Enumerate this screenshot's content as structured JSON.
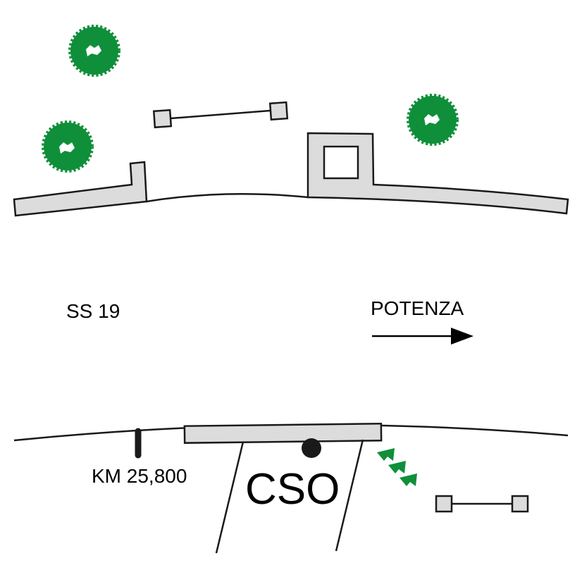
{
  "map": {
    "road_name": "SS 19",
    "direction_label": "POTENZA",
    "km_marker": "KM 25,800",
    "site_label": "CSO"
  },
  "colors": {
    "road_line": "#1a1a1a",
    "building_fill": "#dcdcdc",
    "tree_green": "#0f8f3a",
    "direction_arrow": "#000000"
  },
  "icons": {
    "trees": "tree-icon",
    "vegetation": "shrub-icon",
    "marker": "km-marker-icon",
    "site_point": "site-point-icon",
    "direction": "arrow-right-icon"
  }
}
